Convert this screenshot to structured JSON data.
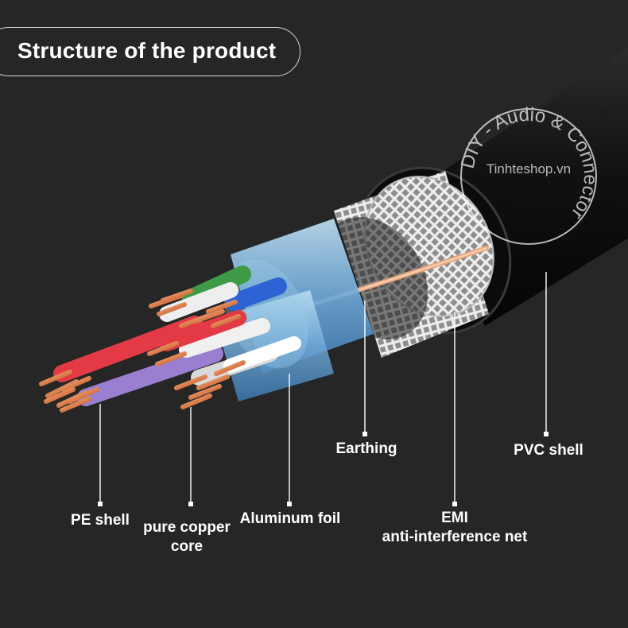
{
  "title": "Structure of the product",
  "watermark": {
    "ring_text": "DIY - Audio & Connector",
    "site": "Tinhteshop.vn"
  },
  "labels": {
    "pe_shell": "PE shell",
    "pure_copper_core_line1": "pure copper",
    "pure_copper_core_line2": "core",
    "aluminum_foil": "Aluminum foil",
    "earthing": "Earthing",
    "emi_line1": "EMI",
    "emi_line2": "anti-interference net",
    "pvc_shell": "PVC shell"
  },
  "colors": {
    "background": "#262626",
    "copper": "#e0895a",
    "foil": "#7fb4dc",
    "pvc": "#0e0e0e",
    "braid": "#d7d7d7",
    "wire_red": "#e33a45",
    "wire_purple": "#9a7fd0",
    "wire_green": "#3f9a48",
    "wire_blue": "#2e63d6",
    "wire_white": "#eeeeee"
  }
}
